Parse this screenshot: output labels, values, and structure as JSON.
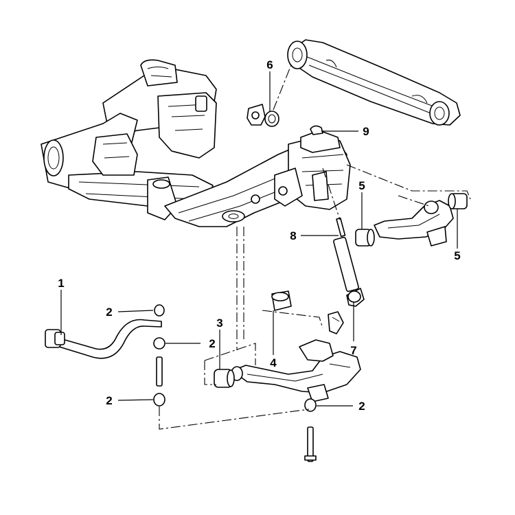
{
  "callouts": {
    "c1": "1",
    "c2a": "2",
    "c2b": "2",
    "c2c": "2",
    "c2d": "2",
    "c3": "3",
    "c4": "4",
    "c5a": "5",
    "c5b": "5",
    "c6": "6",
    "c7": "7",
    "c8": "8",
    "c9": "9"
  }
}
